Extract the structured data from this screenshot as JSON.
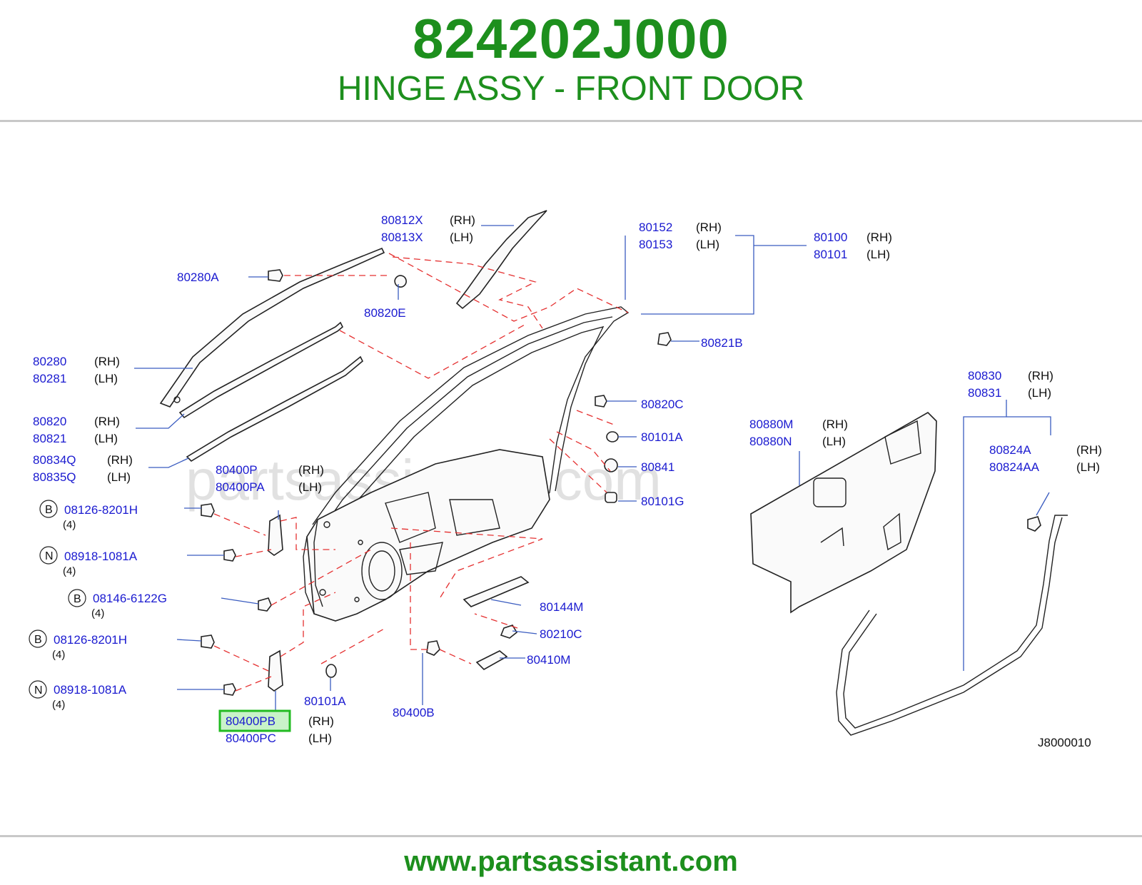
{
  "header": {
    "part_number": "824202J000",
    "part_name": "HINGE ASSY - FRONT DOOR"
  },
  "diagram": {
    "watermark": "partsassistant.com",
    "code": "J8000010",
    "highlight_color": "#22bb22",
    "labels": {
      "p80812X": "80812X",
      "p80813X": "80813X",
      "p80152": "80152",
      "p80153": "80153",
      "p80100": "80100",
      "p80101": "80101",
      "p80280A": "80280A",
      "p80820E": "80820E",
      "p80821B": "80821B",
      "p80280": "80280",
      "p80281": "80281",
      "p80820": "80820",
      "p80821": "80821",
      "p80834Q": "80834Q",
      "p80835Q": "80835Q",
      "p80820C": "80820C",
      "p80101A_top": "80101A",
      "p80841": "80841",
      "p80101G": "80101G",
      "p80400P": "80400P",
      "p80400PA": "80400PA",
      "p08126_1": "08126-8201H",
      "p08918_1": "08918-1081A",
      "p08146": "08146-6122G",
      "p08126_2": "08126-8201H",
      "p08918_2": "08918-1081A",
      "p80144M": "80144M",
      "p80210C": "80210C",
      "p80410M": "80410M",
      "p80101A_bot": "80101A",
      "p80400B": "80400B",
      "p80400PB": "80400PB",
      "p80400PC": "80400PC",
      "p80830": "80830",
      "p80831": "80831",
      "p80880M": "80880M",
      "p80880N": "80880N",
      "p80824A": "80824A",
      "p80824AA": "80824AA"
    },
    "side": {
      "rh": "(RH)",
      "lh": "(LH)"
    },
    "badges": {
      "b": "B",
      "n": "N"
    },
    "qty": "(4)"
  },
  "footer": {
    "url": "www.partsassistant.com"
  }
}
